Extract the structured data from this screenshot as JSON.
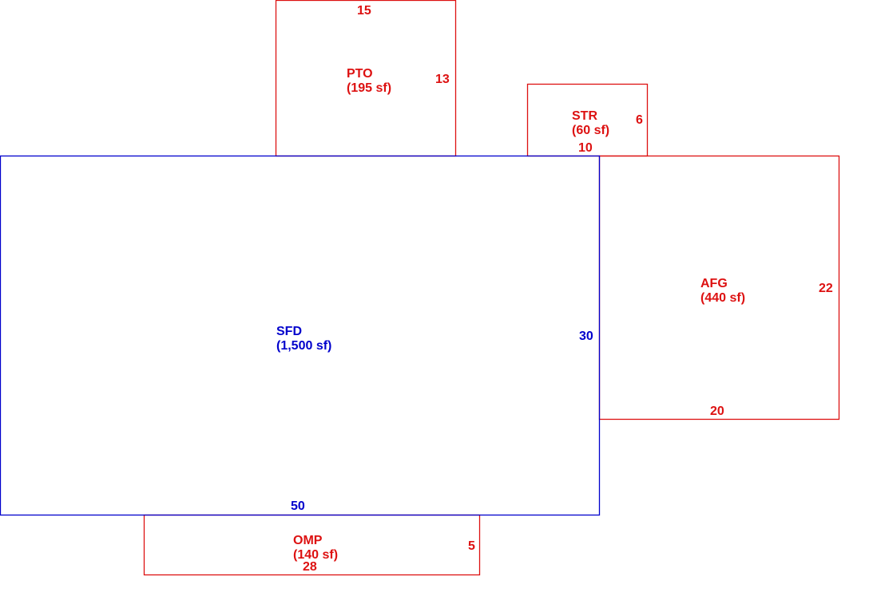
{
  "colors": {
    "main": "#0000cc",
    "addition": "#dd1111"
  },
  "areas": {
    "sfd": {
      "code": "SFD",
      "area": "(1,500 sf)",
      "width": "50",
      "depth": "30"
    },
    "pto": {
      "code": "PTO",
      "area": "(195 sf)",
      "width": "15",
      "depth": "13"
    },
    "str": {
      "code": "STR",
      "area": "(60 sf)",
      "width": "10",
      "depth": "6"
    },
    "afg": {
      "code": "AFG",
      "area": "(440 sf)",
      "width": "20",
      "depth": "22"
    },
    "omp": {
      "code": "OMP",
      "area": "(140 sf)",
      "width": "28",
      "depth": "5"
    }
  }
}
